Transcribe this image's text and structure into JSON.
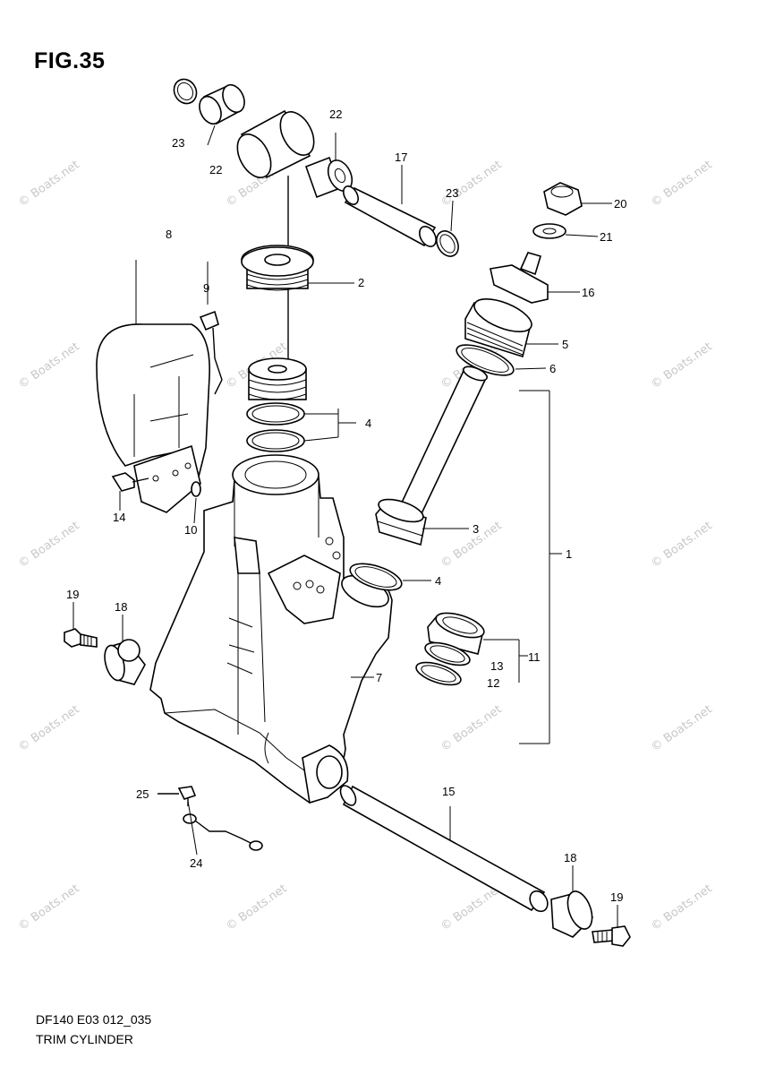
{
  "figure": {
    "title": "FIG.35"
  },
  "footer": {
    "code": "DF140 E03 012_035",
    "name": "TRIM CYLINDER"
  },
  "watermark": {
    "text": "© Boats.net"
  },
  "labels": [
    "1",
    "2",
    "3",
    "4",
    "4",
    "5",
    "6",
    "7",
    "8",
    "9",
    "10",
    "11",
    "12",
    "13",
    "14",
    "15",
    "16",
    "17",
    "18",
    "18",
    "19",
    "19",
    "20",
    "21",
    "22",
    "22",
    "23",
    "23",
    "24",
    "25"
  ]
}
